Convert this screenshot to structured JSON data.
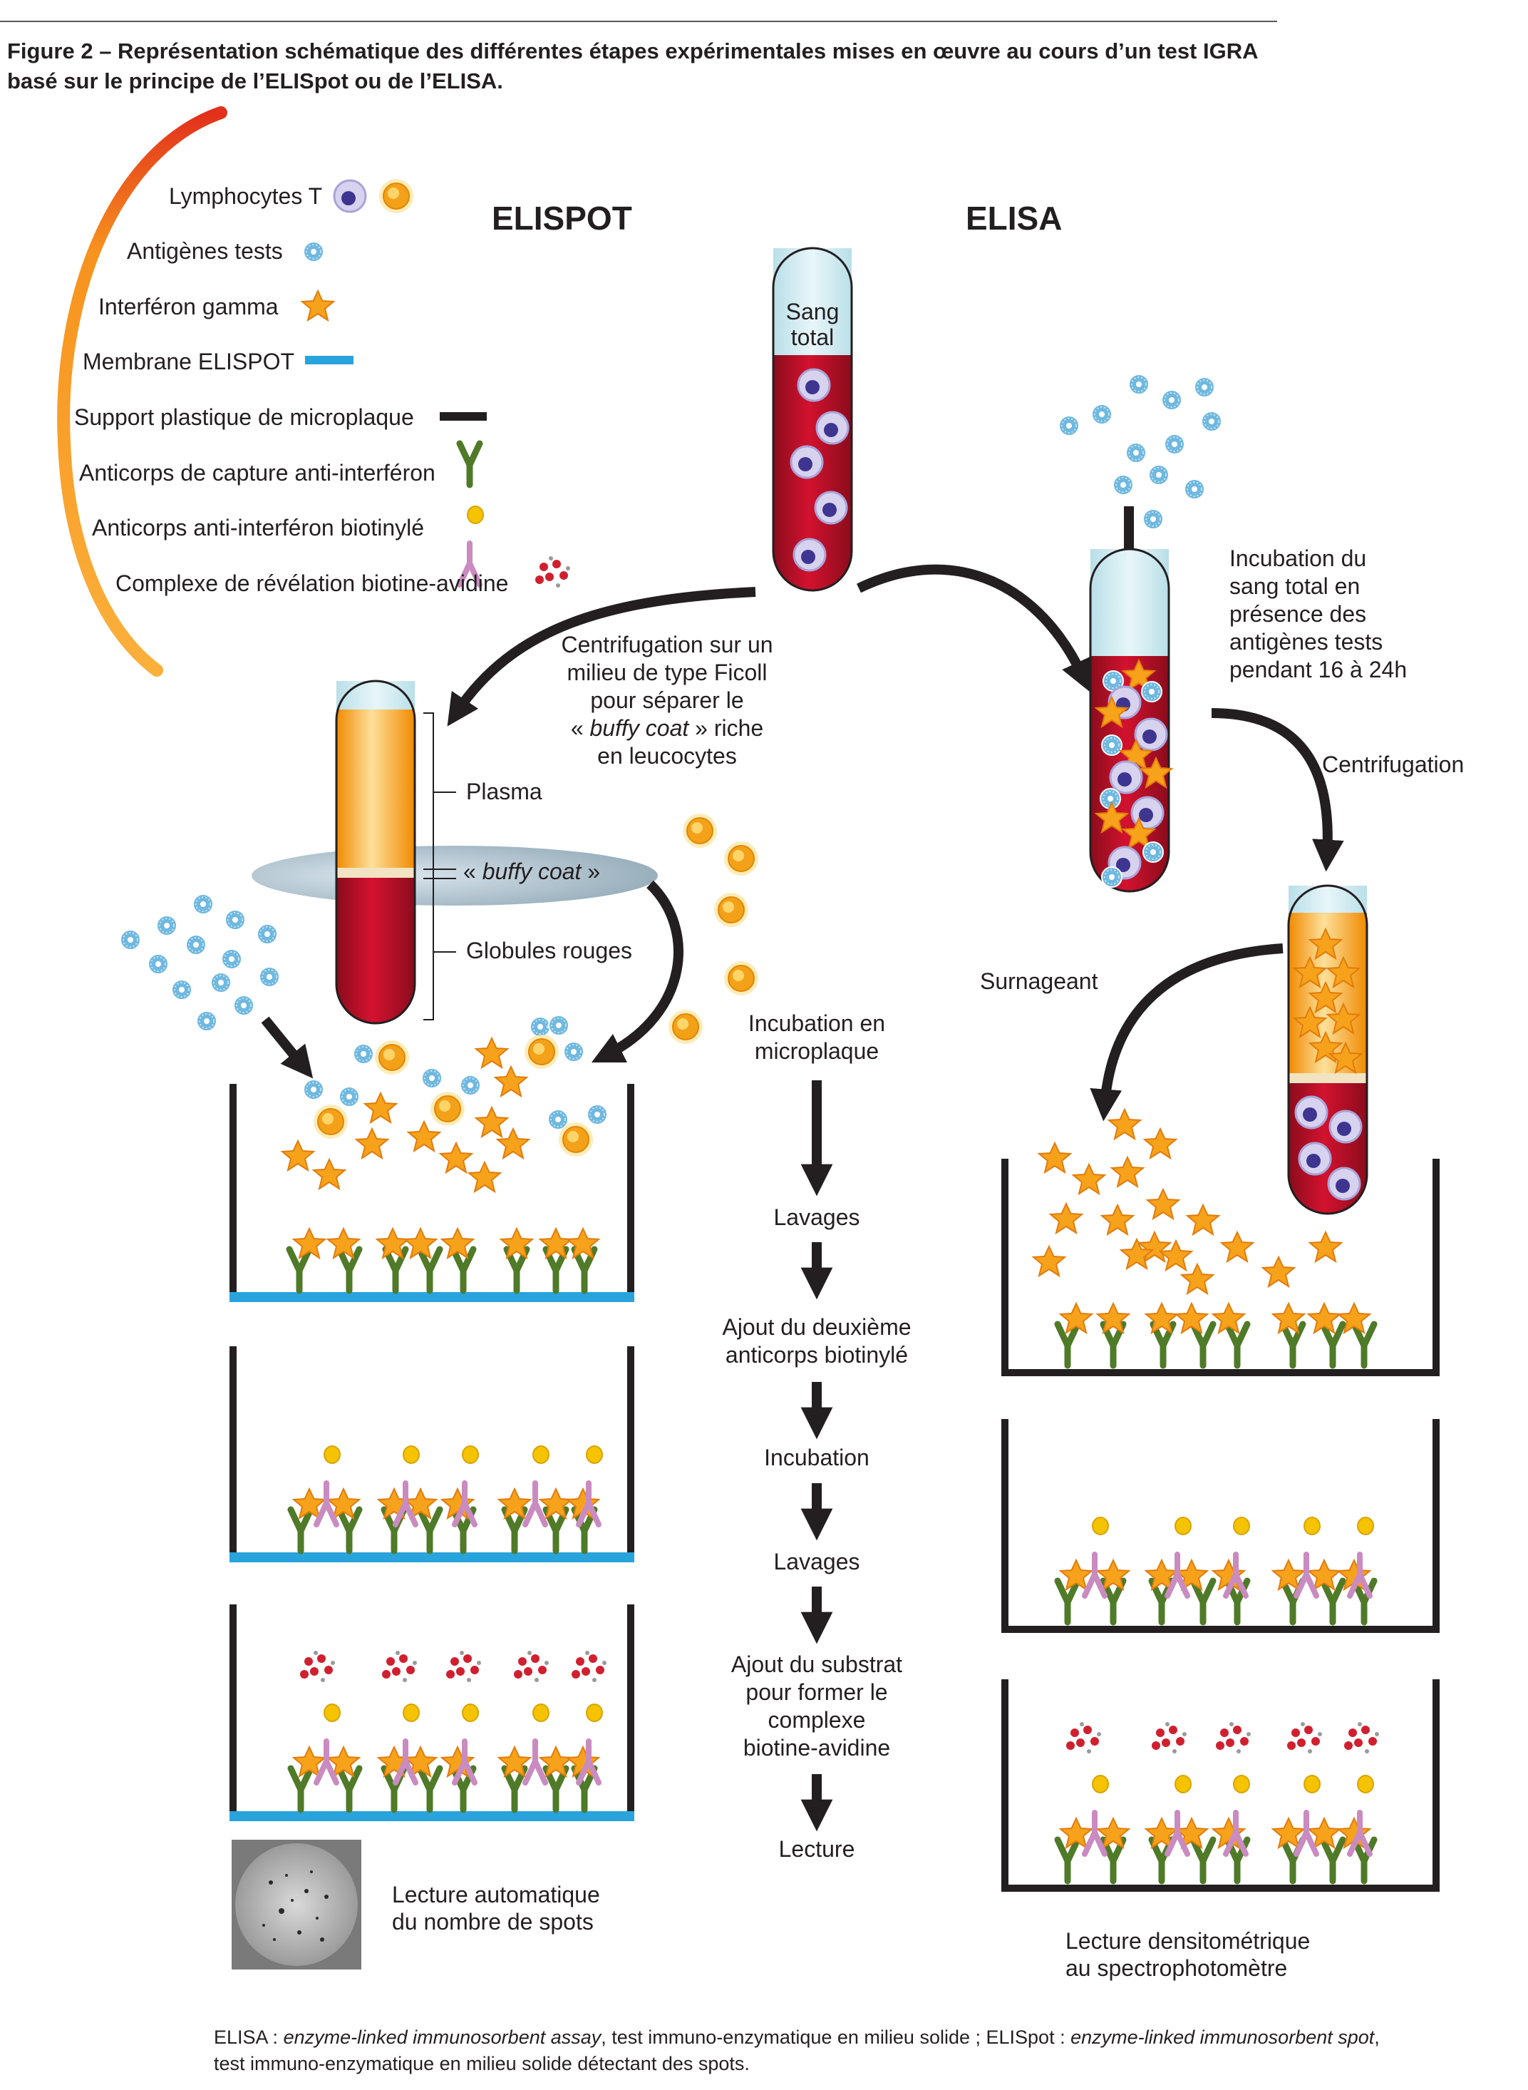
{
  "caption": {
    "line1": "Figure 2 – Représentation schématique des différentes étapes expérimentales mises en œuvre au cours d’un test IGRA",
    "line2": "basé sur le principe de l’ELISpot ou de l’ELISA."
  },
  "legend": {
    "lymphocytes": "Lymphocytes T",
    "antigens": "Antigènes tests",
    "interferon": "Interféron gamma",
    "membrane": "Membrane ELISPOT",
    "support": "Support plastique de microplaque",
    "capture": "Anticorps de capture anti-interféron",
    "biotinylated": "Anticorps anti-interféron biotinylé",
    "complex": "Complexe de révélation biotine-avidine"
  },
  "headers": {
    "elispot": "ELISPOT",
    "elisa": "ELISA"
  },
  "tube_label": {
    "line1": "Sang",
    "line2": "total"
  },
  "centrifugation_ficoll": {
    "l1": "Centrifugation sur un",
    "l2": "milieu de type Ficoll",
    "l3": "pour séparer le",
    "l4_italic": "buffy coat",
    "l4_open": "« ",
    "l4_close": " » riche",
    "l5": "en leucocytes"
  },
  "layers": {
    "plasma": "Plasma",
    "buffy_open": "« ",
    "buffy_italic": "buffy coat",
    "buffy_close": " »",
    "red_cells": "Globules rouges"
  },
  "incubation_whole_blood": {
    "l1": "Incubation du",
    "l2": "sang total en",
    "l3": "présence des",
    "l4": "antigènes tests",
    "l5": "pendant 16 à 24h"
  },
  "centrifugation": "Centrifugation",
  "supernatant": "Surnageant",
  "steps": {
    "s1_l1": "Incubation en",
    "s1_l2": "microplaque",
    "s2": "Lavages",
    "s3_l1": "Ajout du deuxième",
    "s3_l2": "anticorps biotinylé",
    "s4": "Incubation",
    "s5": "Lavages",
    "s6_l1": "Ajout du substrat",
    "s6_l2": "pour former le",
    "s6_l3": "complexe",
    "s6_l4": "biotine-avidine",
    "s7": "Lecture"
  },
  "reading_elispot": {
    "l1": "Lecture automatique",
    "l2": "du nombre de spots"
  },
  "reading_elisa": {
    "l1": "Lecture densitométrique",
    "l2": "au spectrophotomètre"
  },
  "footnote": {
    "l1_a": "ELISA : ",
    "l1_b": "enzyme-linked immunosorbent assay",
    "l1_c": ", test immuno-enzymatique en milieu solide ; ELISpot : ",
    "l1_d": "enzyme-linked immunosorbent spot",
    "l1_e": ",",
    "l2": "test immuno-enzymatique en milieu solide détectant des spots."
  },
  "colors": {
    "blood": "#c8102e",
    "plasma": "#f7a21b",
    "membrane": "#29a3dc",
    "capture_antibody": "#4f7a28",
    "biotin_antibody": "#c98bc0",
    "interferon": "#f7a21b",
    "antigen": "#7cc4e6",
    "lymphocyte": "#a9a6d6",
    "arrow": "#231f20"
  }
}
